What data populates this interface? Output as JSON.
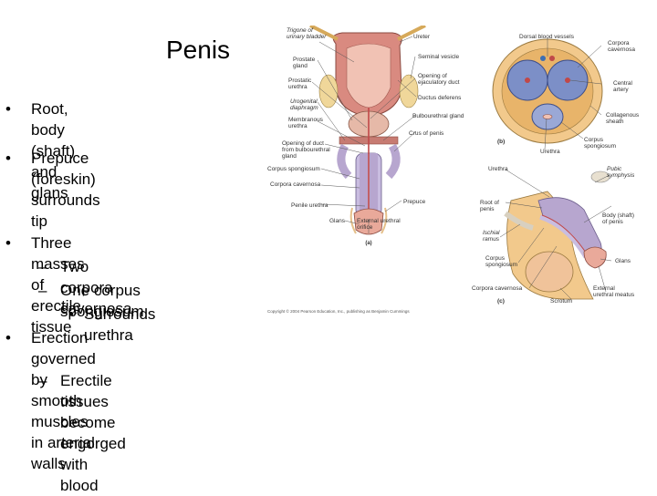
{
  "slide": {
    "title": "Penis",
    "bullets": [
      {
        "level": 1,
        "lines": [
          "Root, body (shaft) and",
          "glans"
        ]
      },
      {
        "level": 1,
        "lines": [
          "Prepuce (foreskin)",
          "surrounds tip"
        ]
      },
      {
        "level": 1,
        "lines": [
          "Three masses of erectile tissue"
        ]
      },
      {
        "level": 2,
        "lines": [
          "Two corpora cavernosa"
        ]
      },
      {
        "level": 2,
        "lines": [
          "One corpus spongiosum"
        ]
      },
      {
        "level": 3,
        "lines": [
          "Surrounds urethra"
        ]
      },
      {
        "level": 1,
        "lines": [
          "Erection governed by smooth",
          "muscles in arterial walls"
        ]
      },
      {
        "level": 2,
        "lines": [
          "Erectile tissues become",
          "engorged with blood"
        ]
      }
    ],
    "bullet_chars": {
      "level1": "•",
      "level2": "–",
      "level3": "•"
    }
  },
  "figure": {
    "panel_a": {
      "left_labels": [
        "Trigone of\nurinary bladder",
        "Prostate\ngland",
        "Prostatic\nurethra",
        "Urogenital\ndiaphragm",
        "Membranous\nurethra",
        "Opening of duct\nfrom bulbourethral\ngland",
        "Corpus spongiosum",
        "Corpora cavernosa",
        "Penile urethra"
      ],
      "right_labels": [
        "Ureter",
        "Seminal vesicle",
        "Opening of\nejaculatory duct",
        "Ductus deferens",
        "Bulbourethral gland",
        "Crus of penis",
        "Prepuce",
        "External urethral\norifice"
      ],
      "bottom_labels": [
        "Glans"
      ],
      "panel_letter": "(a)"
    },
    "panel_b": {
      "labels": [
        "Dorsal blood vessels",
        "Corpora\ncavernosa",
        "Central\nartery",
        "Collagenous\nsheath",
        "Corpus\nspongiosum",
        "Urethra"
      ],
      "panel_letter": "(b)"
    },
    "panel_c": {
      "labels": [
        "Urethra",
        "Pubic\nsymphysis",
        "Root of\npenis",
        "Body (shaft)\nof penis",
        "Ischial\nramus",
        "Corpus\nspongiosum",
        "Glans",
        "Corpora cavernosa",
        "Scrotum",
        "External\nurethral meatus"
      ],
      "panel_letter": "(c)"
    },
    "credit": "Copyright © 2004 Pearson Education, Inc., publishing as Benjamin Cummings"
  },
  "colors": {
    "muscle": "#d98a80",
    "bladder": "#e9a99a",
    "erectile": "#b7a6cf",
    "sheath": "#e8b46a",
    "skin": "#f2c98c",
    "blue_tissue": "#7c8fc7",
    "line": "#444444"
  }
}
